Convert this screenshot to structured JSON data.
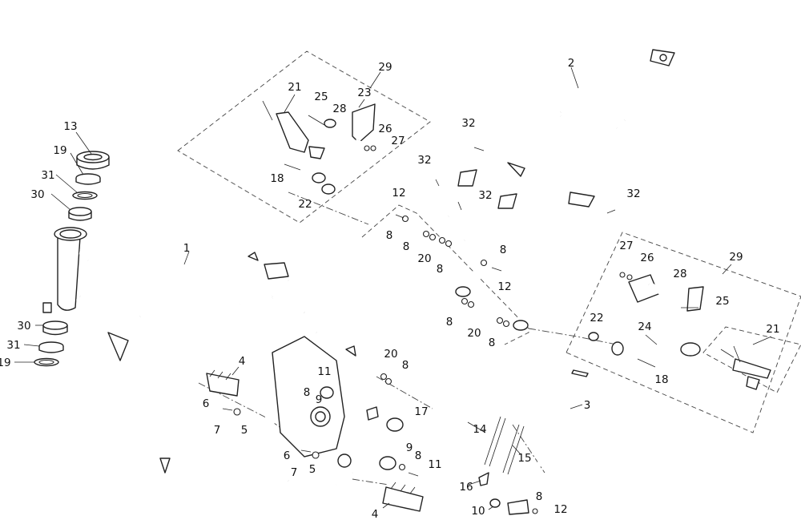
{
  "callouts": [
    {
      "id": "c1",
      "text": "1"
    },
    {
      "id": "c2",
      "text": "2"
    },
    {
      "id": "c3",
      "text": "3"
    },
    {
      "id": "c4a",
      "text": "4"
    },
    {
      "id": "c4b",
      "text": "4"
    },
    {
      "id": "c5a",
      "text": "5"
    },
    {
      "id": "c5b",
      "text": "5"
    },
    {
      "id": "c6a",
      "text": "6"
    },
    {
      "id": "c6b",
      "text": "6"
    },
    {
      "id": "c7a",
      "text": "7"
    },
    {
      "id": "c7b",
      "text": "7"
    },
    {
      "id": "c8a",
      "text": "8"
    },
    {
      "id": "c8b",
      "text": "8"
    },
    {
      "id": "c8c",
      "text": "8"
    },
    {
      "id": "c8d",
      "text": "8"
    },
    {
      "id": "c8e",
      "text": "8"
    },
    {
      "id": "c8f",
      "text": "8"
    },
    {
      "id": "c8g",
      "text": "8"
    },
    {
      "id": "c8h",
      "text": "8"
    },
    {
      "id": "c8i",
      "text": "8"
    },
    {
      "id": "c8j",
      "text": "8"
    },
    {
      "id": "c9a",
      "text": "9"
    },
    {
      "id": "c9b",
      "text": "9"
    },
    {
      "id": "c10",
      "text": "10"
    },
    {
      "id": "c11a",
      "text": "11"
    },
    {
      "id": "c11b",
      "text": "11"
    },
    {
      "id": "c12a",
      "text": "12"
    },
    {
      "id": "c12b",
      "text": "12"
    },
    {
      "id": "c12c",
      "text": "12"
    },
    {
      "id": "c13",
      "text": "13"
    },
    {
      "id": "c14",
      "text": "14"
    },
    {
      "id": "c15",
      "text": "15"
    },
    {
      "id": "c16",
      "text": "16"
    },
    {
      "id": "c17",
      "text": "17"
    },
    {
      "id": "c18a",
      "text": "18"
    },
    {
      "id": "c18b",
      "text": "18"
    },
    {
      "id": "c19a",
      "text": "19"
    },
    {
      "id": "c19b",
      "text": "19"
    },
    {
      "id": "c20a",
      "text": "20"
    },
    {
      "id": "c20b",
      "text": "20"
    },
    {
      "id": "c20c",
      "text": "20"
    },
    {
      "id": "c21a",
      "text": "21"
    },
    {
      "id": "c21b",
      "text": "21"
    },
    {
      "id": "c22a",
      "text": "22"
    },
    {
      "id": "c22b",
      "text": "22"
    },
    {
      "id": "c23",
      "text": "23"
    },
    {
      "id": "c24",
      "text": "24"
    },
    {
      "id": "c25a",
      "text": "25"
    },
    {
      "id": "c25b",
      "text": "25"
    },
    {
      "id": "c26a",
      "text": "26"
    },
    {
      "id": "c26b",
      "text": "26"
    },
    {
      "id": "c27a",
      "text": "27"
    },
    {
      "id": "c27b",
      "text": "27"
    },
    {
      "id": "c28a",
      "text": "28"
    },
    {
      "id": "c28b",
      "text": "28"
    },
    {
      "id": "c29a",
      "text": "29"
    },
    {
      "id": "c29b",
      "text": "29"
    },
    {
      "id": "c30a",
      "text": "30"
    },
    {
      "id": "c30b",
      "text": "30"
    },
    {
      "id": "c31a",
      "text": "31"
    },
    {
      "id": "c31b",
      "text": "31"
    },
    {
      "id": "c32a",
      "text": "32"
    },
    {
      "id": "c32b",
      "text": "32"
    },
    {
      "id": "c32c",
      "text": "32"
    },
    {
      "id": "c32d",
      "text": "32"
    }
  ]
}
